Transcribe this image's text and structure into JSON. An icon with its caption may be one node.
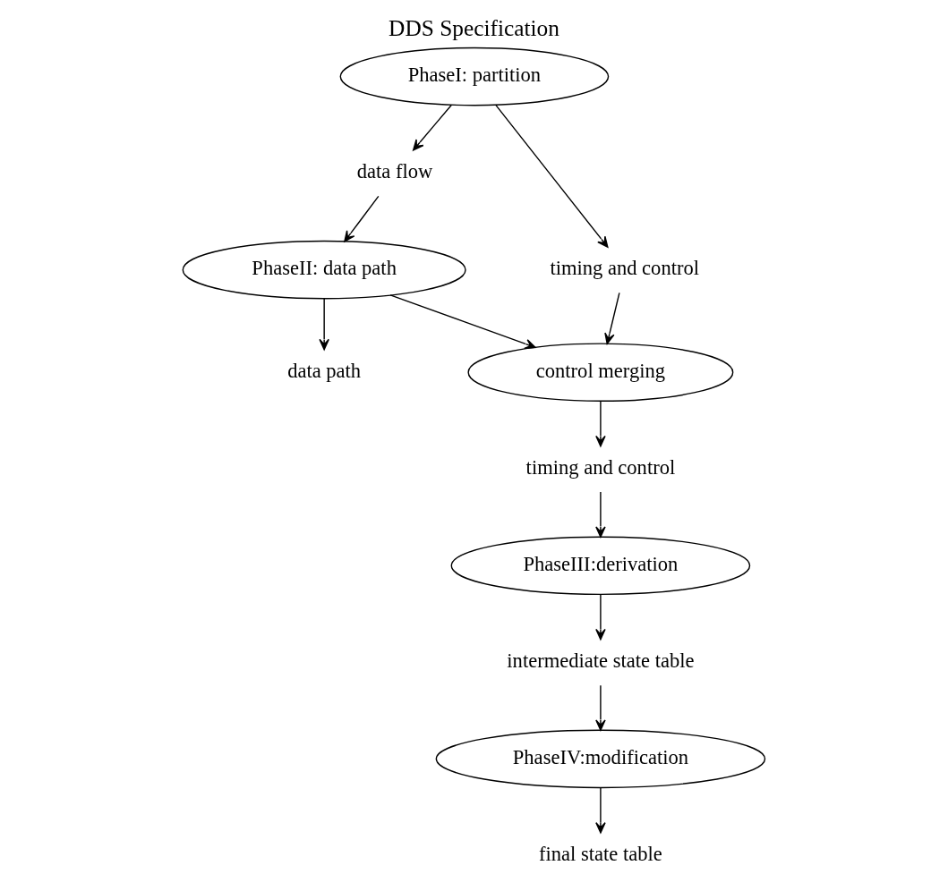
{
  "diagram": {
    "title": "DDS Specification",
    "nodes": [
      {
        "text": [
          "PhaseI: partition"
        ]
      },
      {
        "text": [
          "data flow"
        ]
      },
      {
        "text": [
          "timing and control"
        ]
      },
      {
        "text": [
          "control merging"
        ]
      },
      {
        "text": [
          "PhaseII: data path"
        ]
      },
      {
        "text": [
          "timing and control"
        ]
      },
      {
        "text": [
          "PhaseIII:derivation"
        ]
      },
      {
        "text": [
          "data path"
        ]
      },
      {
        "text": [
          "intermediate state table"
        ]
      },
      {
        "text": [
          "PhaseIV:modification"
        ]
      },
      {
        "text": [
          "final state table"
        ]
      }
    ],
    "edges": [
      {
        "from": 0,
        "to": 1,
        "arrow": "to"
      },
      {
        "from": 0,
        "to": 2,
        "arrow": "to"
      },
      {
        "from": 1,
        "to": 4,
        "arrow": "to"
      },
      {
        "from": 2,
        "to": 3,
        "arrow": "to"
      },
      {
        "from": 4,
        "to": 3,
        "arrow": "to"
      },
      {
        "from": 3,
        "to": 5,
        "arrow": "to"
      },
      {
        "from": 5,
        "to": 6,
        "arrow": "to"
      },
      {
        "from": 4,
        "to": 7,
        "arrow": "to"
      },
      {
        "from": 6,
        "to": 8,
        "arrow": "to"
      },
      {
        "from": 8,
        "to": 9,
        "arrow": "to"
      },
      {
        "from": 9,
        "to": 10,
        "arrow": "to"
      }
    ]
  }
}
